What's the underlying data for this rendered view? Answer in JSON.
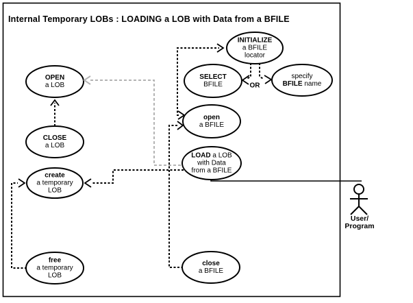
{
  "title": "Internal Temporary LOBs : LOADING a LOB with Data from a BFILE",
  "use_cases": {
    "open_lob": {
      "l1": "OPEN",
      "l2": "a LOB"
    },
    "close_lob": {
      "l1": "CLOSE",
      "l2": "a LOB"
    },
    "create_temp_lob": {
      "l1": "create",
      "l2": "a temporary",
      "l3": "LOB"
    },
    "free_temp_lob": {
      "l1": "free",
      "l2": "a temporary",
      "l3": "LOB"
    },
    "initialize_bfile": {
      "l1": "INITIALIZE",
      "l2": "a BFILE",
      "l3": "locator"
    },
    "select_bfile": {
      "l1": "SELECT",
      "l2": "BFILE"
    },
    "specify_bfile": {
      "l1": "specify",
      "l2_bold": "BFILE",
      "l2_rest": " name"
    },
    "open_bfile": {
      "l1": "open",
      "l2": "a BFILE"
    },
    "load_lob": {
      "l1_bold": "LOAD",
      "l1_rest": " a LOB",
      "l2": "with Data",
      "l3": "from a BFILE"
    },
    "close_bfile": {
      "l1": "close",
      "l2": "a BFILE"
    }
  },
  "or_label": "OR",
  "actor": {
    "line1": "User/",
    "line2": "Program"
  },
  "colors": {
    "line": "#000000",
    "muted_line": "#b3b3b3",
    "background": "#ffffff"
  }
}
